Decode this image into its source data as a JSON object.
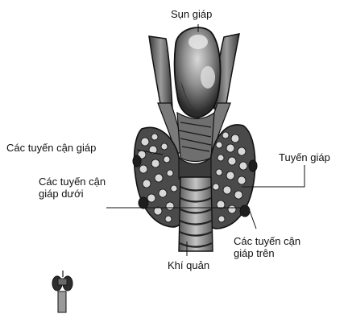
{
  "diagram": {
    "labels": {
      "thyroid_cartilage": "Sụn giáp",
      "parathyroid_glands": "Các tuyến cận giáp",
      "thyroid_gland": "Tuyến giáp",
      "inferior_parathyroid_line1": "Các tuyến cận",
      "inferior_parathyroid_line2": "giáp dưới",
      "superior_parathyroid_line1": "Các tuyến cận",
      "superior_parathyroid_line2": "giáp trên",
      "trachea": "Khí quản"
    },
    "colors": {
      "ink": "#111111",
      "lobe_fill": "#4a4a4a",
      "lobe_dark": "#1e1e1e",
      "nodule": "#d8d8d8",
      "cartilage_light": "#bdbdbd",
      "cartilage_shadow": "#2f2f2f",
      "trachea_fill": "#9a9a9a",
      "muscle_fill": "#6f6f6f"
    }
  }
}
